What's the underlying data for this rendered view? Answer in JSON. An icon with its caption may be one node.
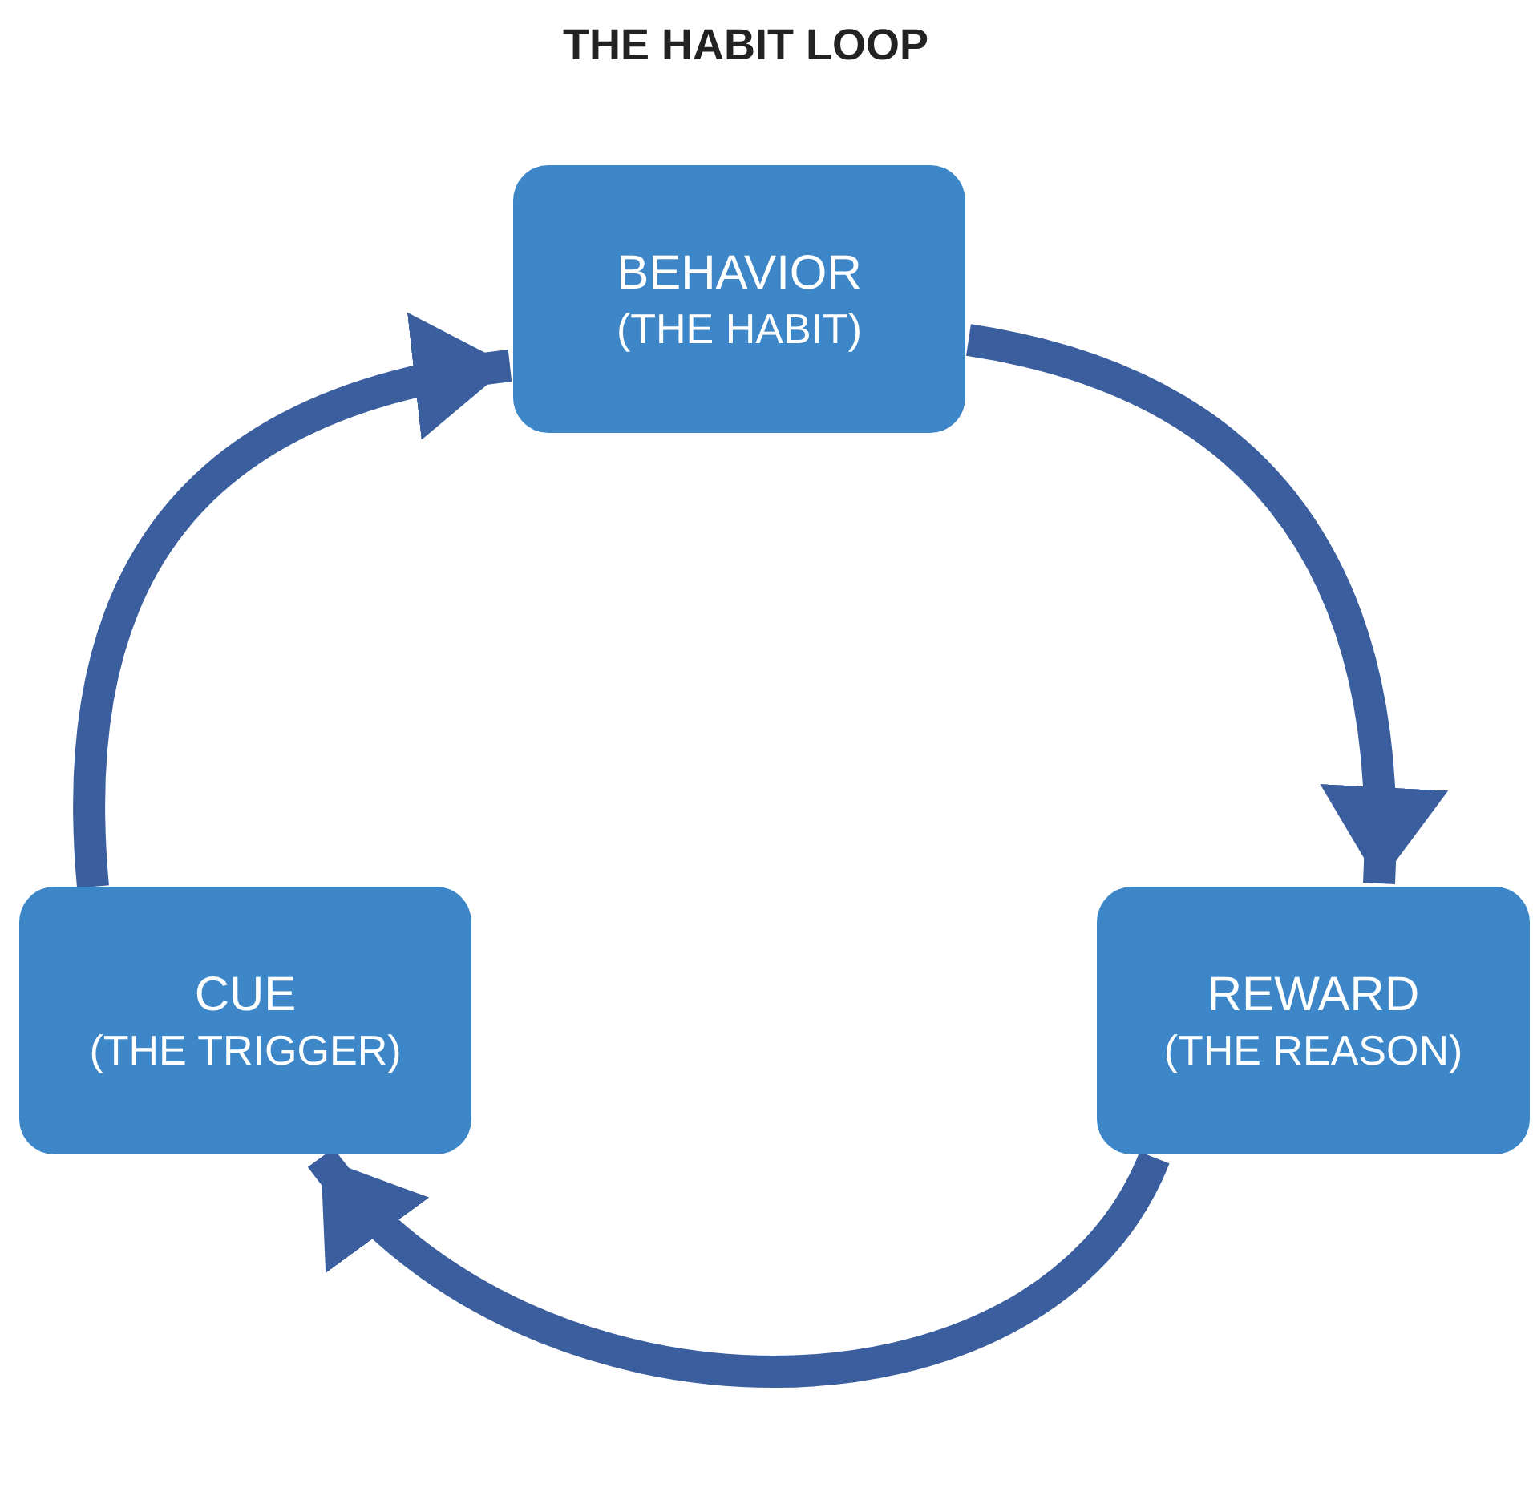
{
  "diagram": {
    "title": "THE HABIT LOOP",
    "nodes": [
      {
        "text": [
          "BEHAVIOR",
          "(THE HABIT)"
        ]
      },
      {
        "text": [
          "CUE",
          "(THE TRIGGER)"
        ]
      },
      {
        "text": [
          "REWARD",
          "(THE REASON)"
        ]
      }
    ],
    "edges": [
      {
        "from": 1,
        "to": 0,
        "arrow": "to"
      },
      {
        "from": 0,
        "to": 2,
        "arrow": "to"
      },
      {
        "from": 2,
        "to": 1,
        "arrow": "to"
      }
    ]
  }
}
